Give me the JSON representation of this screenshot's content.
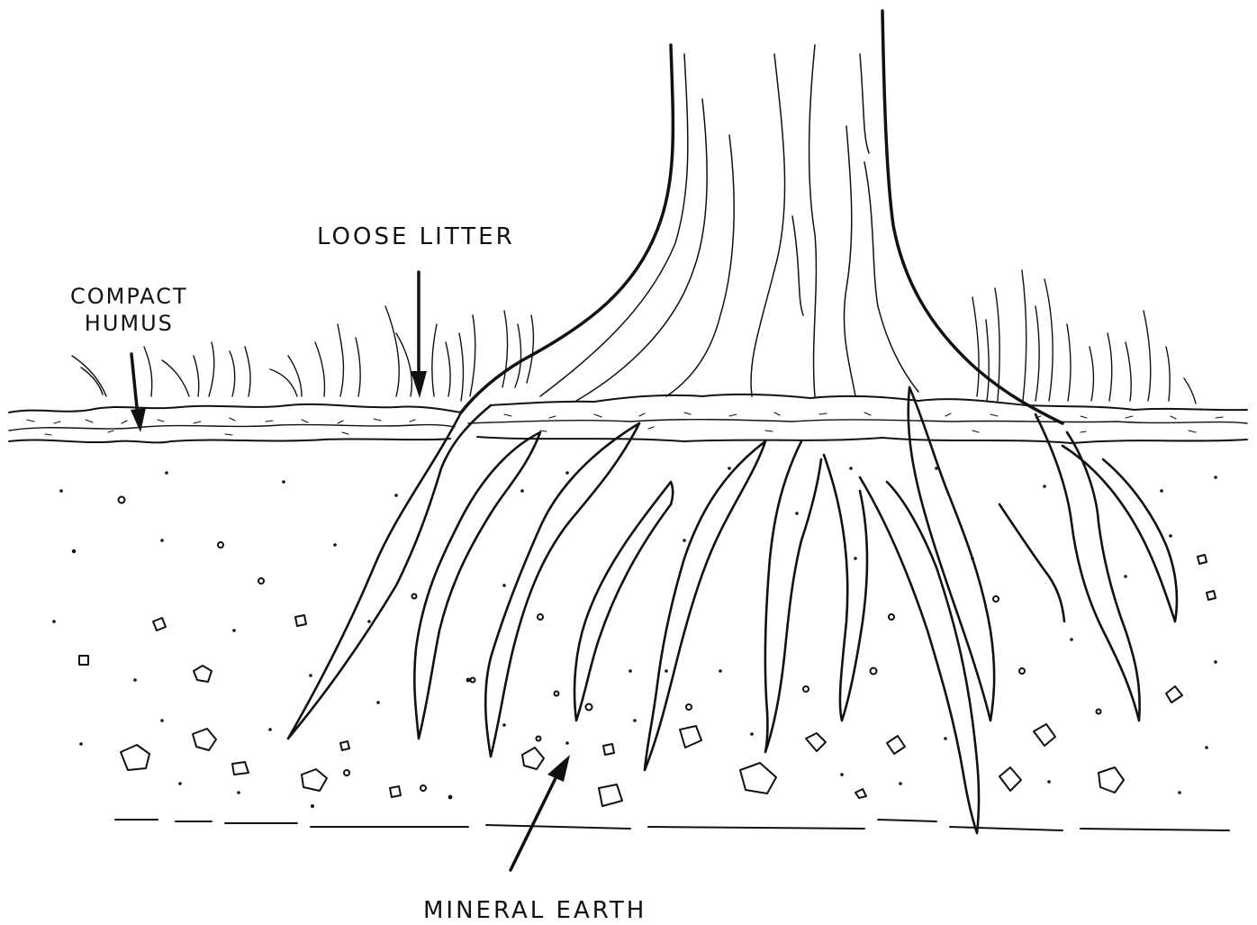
{
  "labels": {
    "compact_humus": [
      "COMPACT",
      "HUMUS"
    ],
    "loose_litter": "LOOSE LITTER",
    "mineral_earth": "MINERAL EARTH"
  },
  "colors": {
    "ink": "#111111",
    "paper": "#ffffff"
  }
}
